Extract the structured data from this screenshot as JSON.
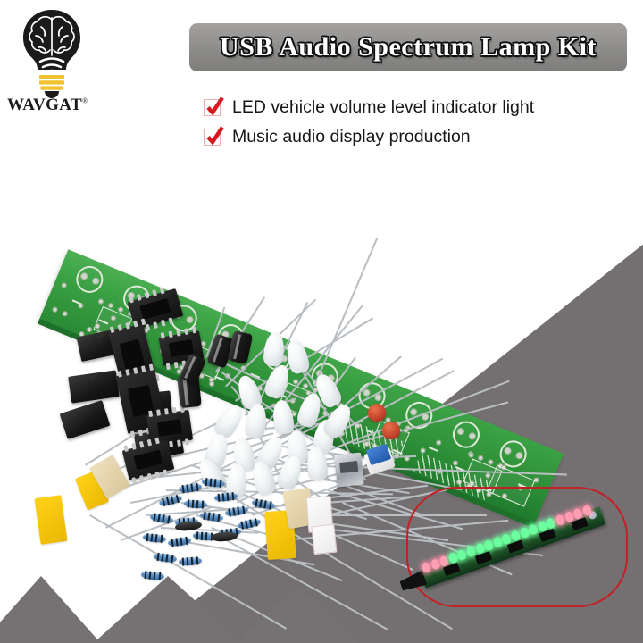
{
  "brand": {
    "name": "WAVGAT",
    "trademark": "®",
    "logo_icon": "brain-lightbulb-icon"
  },
  "header": {
    "title": "USB Audio Spectrum Lamp Kit",
    "banner_color": "#8d8c8a",
    "title_color": "#ffffff",
    "title_outline_color": "#111111"
  },
  "features": [
    {
      "icon": "checkbox-checked-icon",
      "text": "LED vehicle volume level indicator light"
    },
    {
      "icon": "checkbox-checked-icon",
      "text": "Music audio display production"
    }
  ],
  "product": {
    "bare_pcb": {
      "name": "bare-pcb-board",
      "color": "#2f9139",
      "silkscreen_color": "#e3ece0",
      "led_pad_count": 10
    },
    "assembled_board": {
      "name": "assembled-spectrum-board",
      "highlight_outline_color": "#c32025",
      "led_count": 19,
      "led_colors": [
        "#ff9fb4",
        "#6dffa0",
        "#ff9fb4"
      ],
      "ic_count": 5
    },
    "components": [
      {
        "name": "dip-ic",
        "count": 5,
        "color": "#161616"
      },
      {
        "name": "ic-socket",
        "count": 6,
        "color": "#111111"
      },
      {
        "name": "electrolytic-capacitor",
        "count": 4,
        "color": "#1a1a1a"
      },
      {
        "name": "white-led",
        "count": 20,
        "color": "#eef2f4"
      },
      {
        "name": "metal-film-resistor",
        "count": 18,
        "color": "#5d8fc0"
      },
      {
        "name": "ceramic-capacitor",
        "count": 2,
        "color": "#c0412a"
      },
      {
        "name": "trimmer-potentiometer",
        "count": 1,
        "color": "#1f56a8"
      },
      {
        "name": "usb-connector",
        "count": 1,
        "color": "#9aa1a8"
      },
      {
        "name": "film-capacitor-yellow",
        "count": 3,
        "color": "#e9b800"
      },
      {
        "name": "film-capacitor-beige",
        "count": 2,
        "color": "#d9c69a"
      },
      {
        "name": "pin-header",
        "count": 2,
        "color": "#fdfdfd"
      }
    ]
  },
  "background": {
    "base_color": "#ffffff",
    "accent_gray": "#747072"
  }
}
